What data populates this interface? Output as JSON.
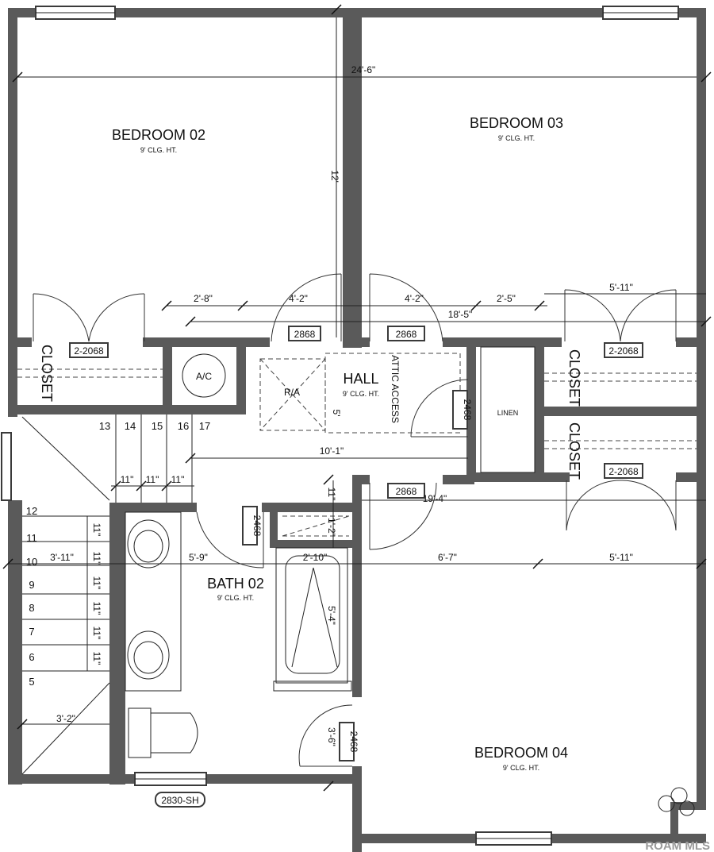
{
  "rooms": {
    "bedroom02": {
      "name": "BEDROOM 02",
      "clg": "9' CLG. HT."
    },
    "bedroom03": {
      "name": "BEDROOM 03",
      "clg": "9' CLG. HT."
    },
    "bedroom04": {
      "name": "BEDROOM 04",
      "clg": "9' CLG. HT."
    },
    "bath02": {
      "name": "BATH 02",
      "clg": "9' CLG. HT."
    },
    "hall": {
      "name": "HALL",
      "clg": "9' CLG. HT."
    }
  },
  "labels": {
    "closet_left": "CLOSET",
    "closet_right_top": "CLOSET",
    "closet_right_bottom": "CLOSET",
    "linen": "LINEN",
    "ac": "A/C",
    "ra": "R/A",
    "attic": "ATTIC ACCESS"
  },
  "door_tags": {
    "d2868_left": "2868",
    "d2868_right": "2868",
    "d2868_lower": "2868",
    "d2068_left": "2-2068",
    "d2068_right_top": "2-2068",
    "d2068_right_bottom": "2-2068",
    "d2468_hall": "2468",
    "d2468_bath": "2468",
    "d2468_bed4": "2468",
    "window_bath": "2830-SH"
  },
  "dimensions": {
    "d24_6": "24'-6\"",
    "d12": "12'",
    "d2_8": "2'-8\"",
    "d4_2_left": "4'-2\"",
    "d4_2_right": "4'-2\"",
    "d2_5": "2'-5\"",
    "d5_11_top": "5'-11\"",
    "d18_5": "18'-5\"",
    "d5": "5'",
    "d10_1": "10'-1\"",
    "d11_a": "11\"",
    "d11_b": "11\"",
    "d11_c": "11\"",
    "d11_v": "11\"",
    "d19_4": "19'-4\"",
    "d1_2": "1'-2\"",
    "d5_9": "5'-9\"",
    "d2_10": "2'-10\"",
    "d6_7": "6'-7\"",
    "d5_11_bottom": "5'-11\"",
    "d3_11": "3'-11\"",
    "d5_4": "5'-4\"",
    "d3_2": "3'-2\"",
    "d3_6": "3'-6\""
  },
  "stairs": {
    "top_steps": [
      "13",
      "14",
      "15",
      "16",
      "17"
    ],
    "side_steps": [
      "12",
      "11",
      "10",
      "9",
      "8",
      "7",
      "6",
      "5"
    ],
    "riser_labels": [
      "11\"",
      "11\"",
      "11\"",
      "11\"",
      "11\"",
      "11\""
    ]
  },
  "watermark": "ROAM MLS"
}
